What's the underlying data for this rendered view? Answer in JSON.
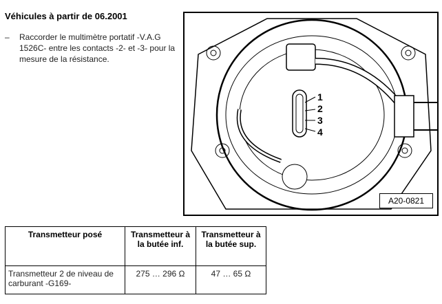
{
  "heading": "Véhicules à partir de 06.2001",
  "step": {
    "bullet": "–",
    "text": "Raccorder le multimètre portatif -V.A.G 1526C- entre les contacts -2- et -3- pour la mesure de la résistance."
  },
  "figure": {
    "ref": "A20-0821",
    "labels": [
      "1",
      "2",
      "3",
      "4"
    ]
  },
  "table": {
    "headers": [
      "Transmetteur posé",
      "Transmetteur à la butée inf.",
      "Transmetteur à la butée sup."
    ],
    "rows": [
      [
        "Transmetteur 2 de niveau de carburant -G169-",
        "275 … 296 Ω",
        "47 … 65 Ω"
      ]
    ]
  }
}
